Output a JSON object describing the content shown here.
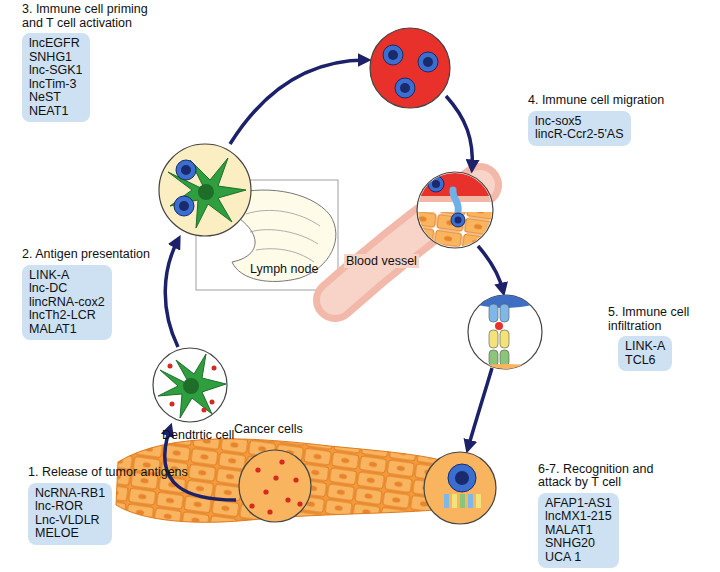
{
  "diagram": {
    "nodes": [
      {
        "text": [
          "1. Release of tumor antigens",
          "NcRNA-RB1",
          "lnc-ROR",
          "Lnc-VLDLR",
          "MELOE"
        ]
      },
      {
        "text": [
          "2. Antigen presentation",
          "LINK-A",
          "lnc-DC",
          "lincRNA-cox2",
          "lncTh2-LCR",
          "MALAT1"
        ]
      },
      {
        "text": [
          "3. Immune cell priming and T cell activation",
          "lncEGFR",
          "SNHG1",
          "lnc-SGK1",
          "lncTim-3",
          "NeST",
          "NEAT1"
        ]
      },
      {
        "text": [
          "4. Immune cell migration",
          "lnc-sox5",
          "lincR-Ccr2-5'AS"
        ]
      },
      {
        "text": [
          "5. Immune cell infiltration",
          "LINK-A",
          "TCL6"
        ]
      },
      {
        "text": [
          "6-7. Recognition and attack by T cell",
          "AFAP1-AS1",
          "lncMX1-215",
          "MALAT1",
          "SNHG20",
          "UCA 1"
        ]
      }
    ],
    "labels": [
      "Dendtrtic cell",
      "Lymph node",
      "Blood vessel",
      "Cancer cells"
    ]
  }
}
